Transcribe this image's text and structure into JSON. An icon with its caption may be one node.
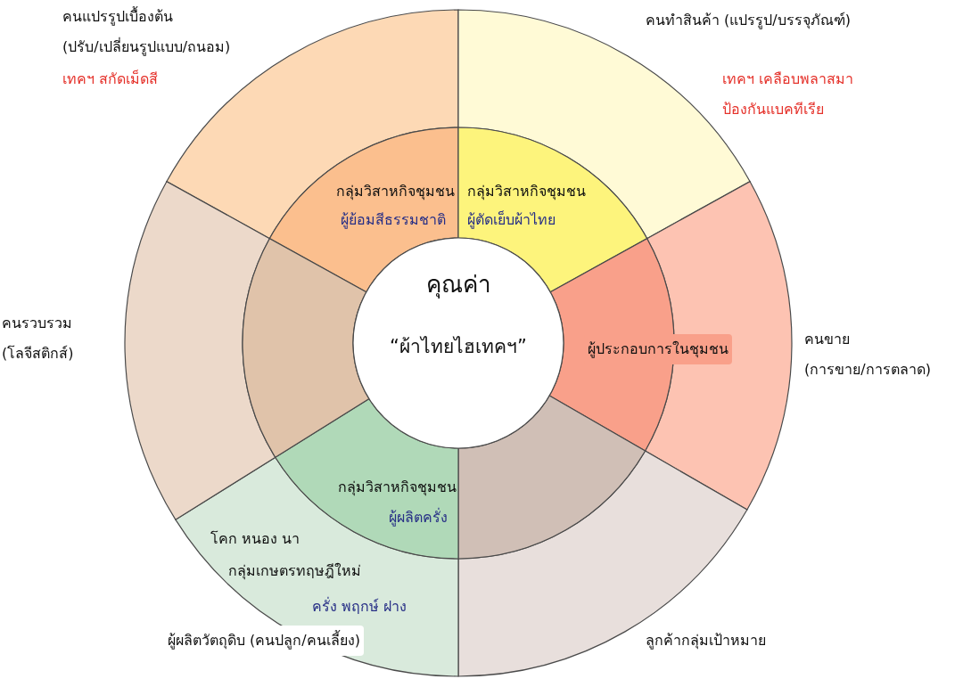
{
  "diagram": {
    "nodes": [
      {
        "text": [
          "คุณค่า",
          "“ผ้าไทยไฮเทคฯ”"
        ]
      },
      {
        "text": [
          "คนแปรรูปเบื้องต้น (ปรับ/เปลี่ยนรูปแบบ/ถนอม)",
          "เทคฯ สกัดเม็ดสี"
        ]
      },
      {
        "text": [
          "คนทำสินค้า (แปรรูป/บรรจุภัณฑ์)",
          "เทคฯ เคลือบพลาสมา ป้องกันแบคทีเรีย"
        ]
      },
      {
        "text": [
          "คนขาย (การขาย/การตลาด)"
        ]
      },
      {
        "text": [
          "ลูกค้ากลุ่มเป้าหมาย"
        ]
      },
      {
        "text": [
          "โคก หนอง นา",
          "กลุ่มเกษตรทฤษฎีใหม่",
          "ครั่ง พฤกษ์ ฝาง",
          "ผู้ผลิตวัตถุดิบ (คนปลูก/คนเลี้ยง)"
        ]
      },
      {
        "text": [
          "คนรวบรวม (โลจีสติกส์)"
        ]
      },
      {
        "text": [
          "กลุ่มวิสาหกิจชุมชน",
          "ผู้ย้อมสีธรรมชาติ"
        ]
      },
      {
        "text": [
          "กลุ่มวิสาหกิจชุมชน",
          "ผู้ตัดเย็บผ้าไทย"
        ]
      },
      {
        "text": [
          "ผู้ประกอบการในชุมชน"
        ]
      },
      {
        "text": [],
        "shape": "band"
      },
      {
        "text": [
          "กลุ่มวิสาหกิจชุมชน",
          "ผู้ผลิตครั่ง"
        ]
      },
      {
        "text": [],
        "shape": "band"
      }
    ]
  }
}
